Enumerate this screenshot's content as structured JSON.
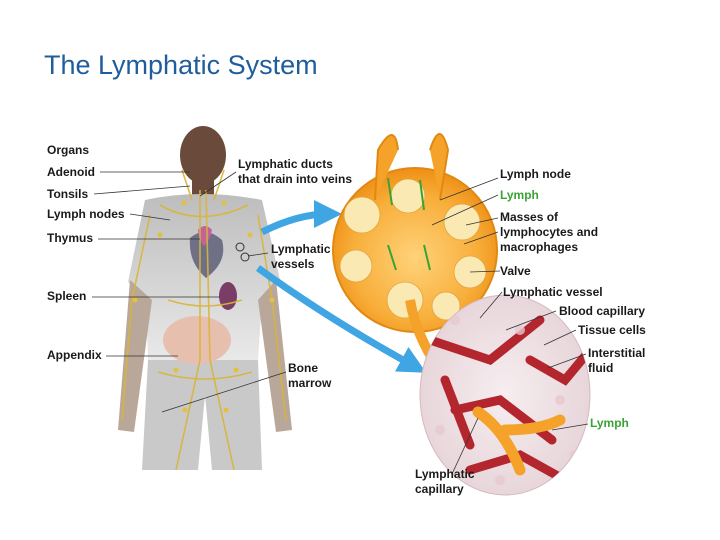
{
  "title": "The Lymphatic System",
  "colors": {
    "title": "#1f5d9c",
    "label": "#1a1a1a",
    "lymph_label": "#3aa335",
    "node": "#f39a1e",
    "vessel_yellow": "#d8b53a",
    "blood_red": "#b3262e",
    "arrow_blue": "#3fa6e3"
  },
  "body_labels": {
    "organs": "Organs",
    "adenoid": "Adenoid",
    "tonsils": "Tonsils",
    "lymph_nodes": "Lymph nodes",
    "thymus": "Thymus",
    "spleen": "Spleen",
    "appendix": "Appendix",
    "ducts_1": "Lymphatic ducts",
    "ducts_2": "that drain into veins",
    "vessels_1": "Lymphatic",
    "vessels_2": "vessels",
    "bone_1": "Bone",
    "bone_2": "marrow"
  },
  "node_labels": {
    "lymph_node": "Lymph node",
    "lymph": "Lymph",
    "masses_1": "Masses of",
    "masses_2": "lymphocytes and",
    "masses_3": "macrophages",
    "valve": "Valve"
  },
  "capillary_labels": {
    "lymphatic_vessel": "Lymphatic vessel",
    "blood_capillary": "Blood capillary",
    "tissue_cells": "Tissue cells",
    "interstitial_1": "Interstitial",
    "interstitial_2": "fluid",
    "lymph": "Lymph",
    "capillary_1": "Lymphatic",
    "capillary_2": "capillary"
  }
}
